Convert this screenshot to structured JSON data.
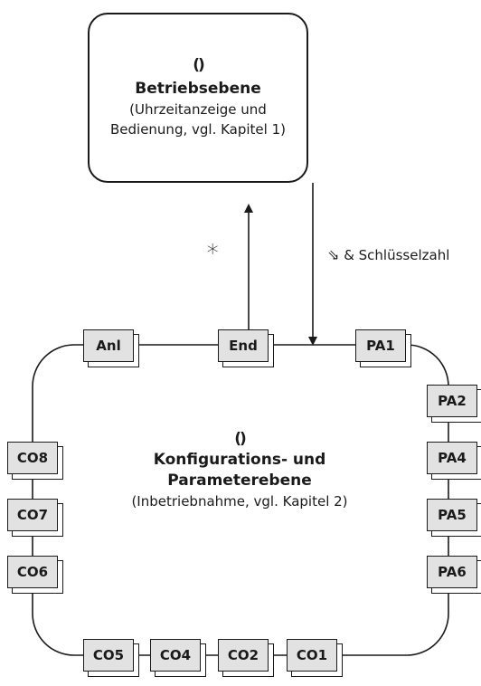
{
  "top_level": {
    "icon": "cycle-icon",
    "icon_glyph": "()",
    "title": "Betriebsebene",
    "desc_line1": "(Uhrzeitanzeige und",
    "desc_line2": "Bedienung, vgl. Kapitel 1)"
  },
  "up_label": "∗",
  "down_label": {
    "icon": "key-arrow-icon",
    "icon_glyph": "⇘",
    "text": "& Schlüsselzahl"
  },
  "config_level": {
    "icon": "cycle-icon",
    "icon_glyph": "()",
    "title_line1": "Konfigurations- und",
    "title_line2": "Parameterebene",
    "desc": "(Inbetriebnahme, vgl. Kapitel 2)"
  },
  "nodes": {
    "anl": "Anl",
    "end": "End",
    "pa1": "PA1",
    "pa2": "PA2",
    "pa4": "PA4",
    "pa5": "PA5",
    "pa6": "PA6",
    "co1": "CO1",
    "co2": "CO2",
    "co4": "CO4",
    "co5": "CO5",
    "co6": "CO6",
    "co7": "CO7",
    "co8": "CO8"
  }
}
